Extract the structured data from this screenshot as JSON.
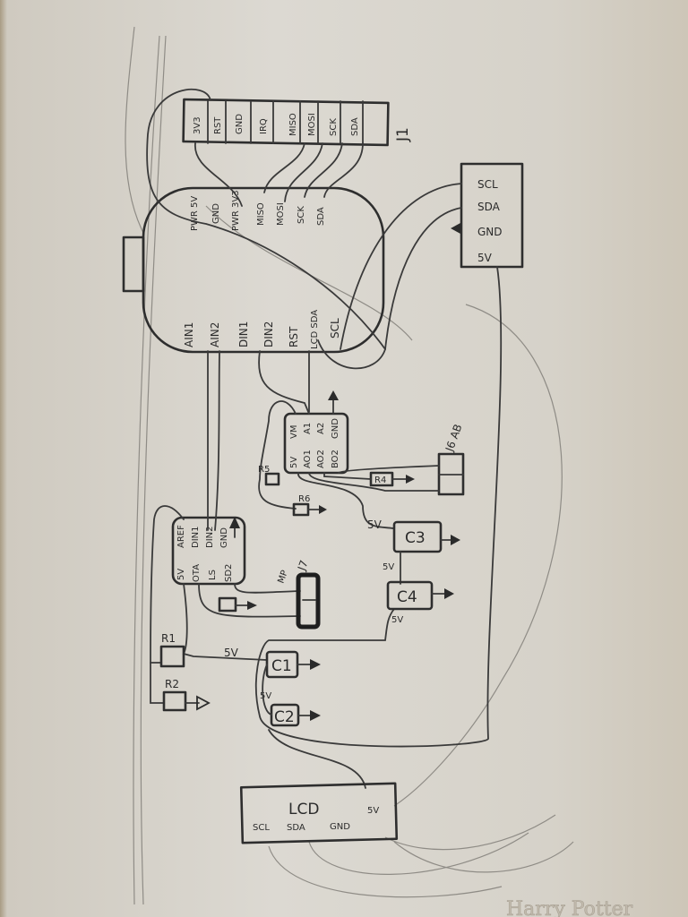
{
  "header_j1": {
    "label": "J1",
    "pins": [
      "3V3",
      "RST",
      "GND",
      "IRQ",
      "MISO",
      "MOSI",
      "SCK",
      "SDA"
    ]
  },
  "mcu_board": {
    "top_pins": [
      "PWR 5V",
      "GND",
      "PWR 3V3",
      "MISO",
      "MOSI",
      "SCK",
      "SDA"
    ],
    "bottom_pins": [
      "AIN1",
      "AIN2",
      "DIN1",
      "DIN2",
      "RST",
      "LCD SDA",
      "SCL"
    ]
  },
  "i2c_connector": {
    "pins": [
      "SCL",
      "SDA",
      "GND",
      "5V"
    ]
  },
  "driver_chip": {
    "pins": [
      "VM",
      "A1",
      "A2",
      "GND",
      "5V",
      "AO1",
      "AO2",
      "BO2"
    ]
  },
  "amp_chip": {
    "pins": [
      "AREF",
      "DIN1",
      "DIN2",
      "GND",
      "5V",
      "OTA",
      "LS",
      "SD2"
    ]
  },
  "components": {
    "r1": "R1",
    "r2": "R2",
    "r4": "R4",
    "r5": "R5",
    "r6": "R6",
    "c1": "C1",
    "c2": "C2",
    "c3": "C3",
    "c4": "C4",
    "j6": "J6 AB",
    "j7": "J7",
    "j7_note": "MP"
  },
  "net_labels": {
    "v5": "5V"
  },
  "lcd": {
    "title": "LCD",
    "pins": [
      "SCL",
      "SDA",
      "GND",
      "5V"
    ]
  },
  "embossed_text": "Harry Potter"
}
